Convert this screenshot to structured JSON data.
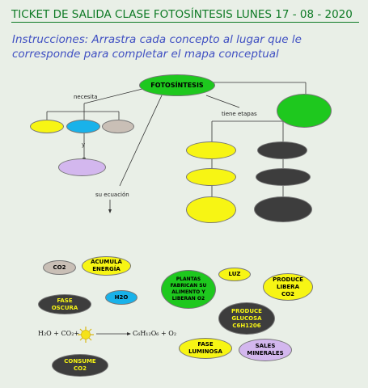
{
  "title": "TICKET DE SALIDA CLASE FOTOSÍNTESIS LUNES 17 - 08 - 2020",
  "instructions": "Instrucciones: Arrastra cada concepto al lugar que le corresponde para completar el mapa conceptual",
  "map": {
    "root": "FOTOSÍNTESIS",
    "needs_label": "necesita",
    "y_label": "y",
    "stages_label": "tiene etapas",
    "equation_label": "su ecuación"
  },
  "cards": {
    "co2": "CO2",
    "acumula": "ACUMULA ENERGÍA",
    "plantas": "PLANTAS FABRICAN SU ALIMENTO Y LIBERAN O2",
    "luz": "LUZ",
    "produce_o2": "PRODUCE LIBERA CO2",
    "fase_oscura": "FASE OSCURA",
    "h2o": "H2O",
    "produce_glucosa": "PRODUCE GLUCOSA C6H1206",
    "fase_luminosa": "FASE LUMINOSA",
    "sales": "SALES MINERALES",
    "consume": "CONSUME CO2"
  },
  "equation": {
    "left": "H₂O + CO₂+",
    "right": "C₆H₁₂O₆ + O₂"
  },
  "colors": {
    "green": "#1ec81e",
    "yellow": "#f7f514",
    "blue": "#19b2ea",
    "grey": "#c9bfb6",
    "lilac": "#d3b7ee",
    "dark": "#3d3d3d"
  }
}
